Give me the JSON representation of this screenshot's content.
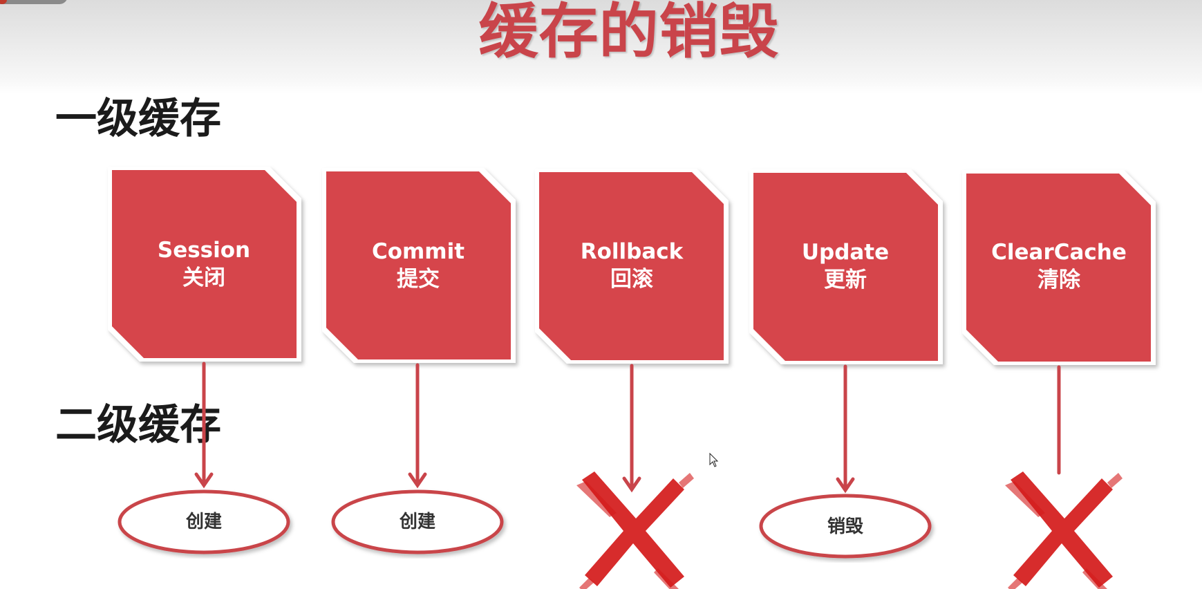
{
  "title": "缓存的销毁",
  "levels": {
    "first": "一级缓存",
    "second": "二级缓存"
  },
  "operations": [
    {
      "name": "Session",
      "name_cn": "关闭",
      "second_level_result": "创建"
    },
    {
      "name": "Commit",
      "name_cn": "提交",
      "second_level_result": "创建"
    },
    {
      "name": "Rollback",
      "name_cn": "回滚",
      "second_level_result": null
    },
    {
      "name": "Update",
      "name_cn": "更新",
      "second_level_result": "销毁"
    },
    {
      "name": "ClearCache",
      "name_cn": "清除",
      "second_level_result": null
    }
  ],
  "colors": {
    "box": "#d6454b",
    "title": "#c9444a",
    "cross": "#d41a1a",
    "oval_border": "#c9444a"
  }
}
